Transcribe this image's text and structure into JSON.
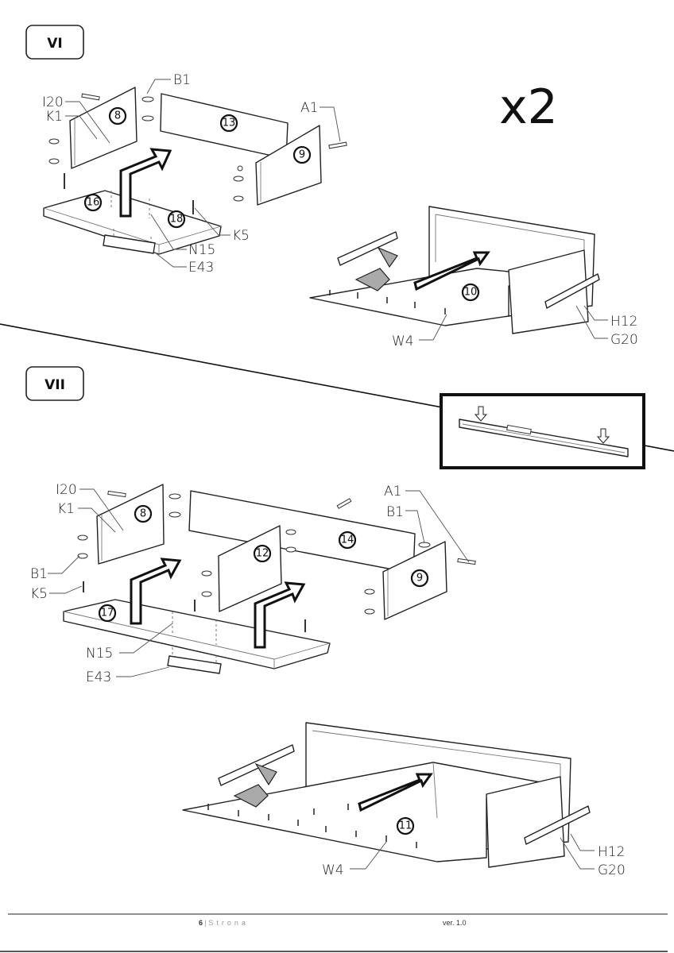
{
  "step6": {
    "step_label": "VI",
    "multiplier": "x2",
    "part_numbers": {
      "p8": "8",
      "p13": "13",
      "p9": "9",
      "p16": "16",
      "p18": "18",
      "p10": "10"
    },
    "hardware": {
      "b1": "B1",
      "i20": "I20",
      "k1": "K1",
      "a1": "A1",
      "k5": "K5",
      "n15": "N15",
      "e43": "E43",
      "h12": "H12",
      "g20": "G20",
      "w4": "W4"
    }
  },
  "step7": {
    "step_label": "VII",
    "part_numbers": {
      "p8": "8",
      "p14": "14",
      "p12": "12",
      "p9": "9",
      "p17": "17",
      "p11": "11"
    },
    "hardware": {
      "i20": "I20",
      "k1": "K1",
      "b1_left": "B1",
      "k5": "K5",
      "n15": "N15",
      "e43": "E43",
      "a1": "A1",
      "b1_right": "B1",
      "h12": "H12",
      "g20": "G20",
      "w4": "W4"
    }
  },
  "footer": {
    "page_number": "6",
    "page_word": "Strona",
    "version": "ver. 1.0"
  }
}
